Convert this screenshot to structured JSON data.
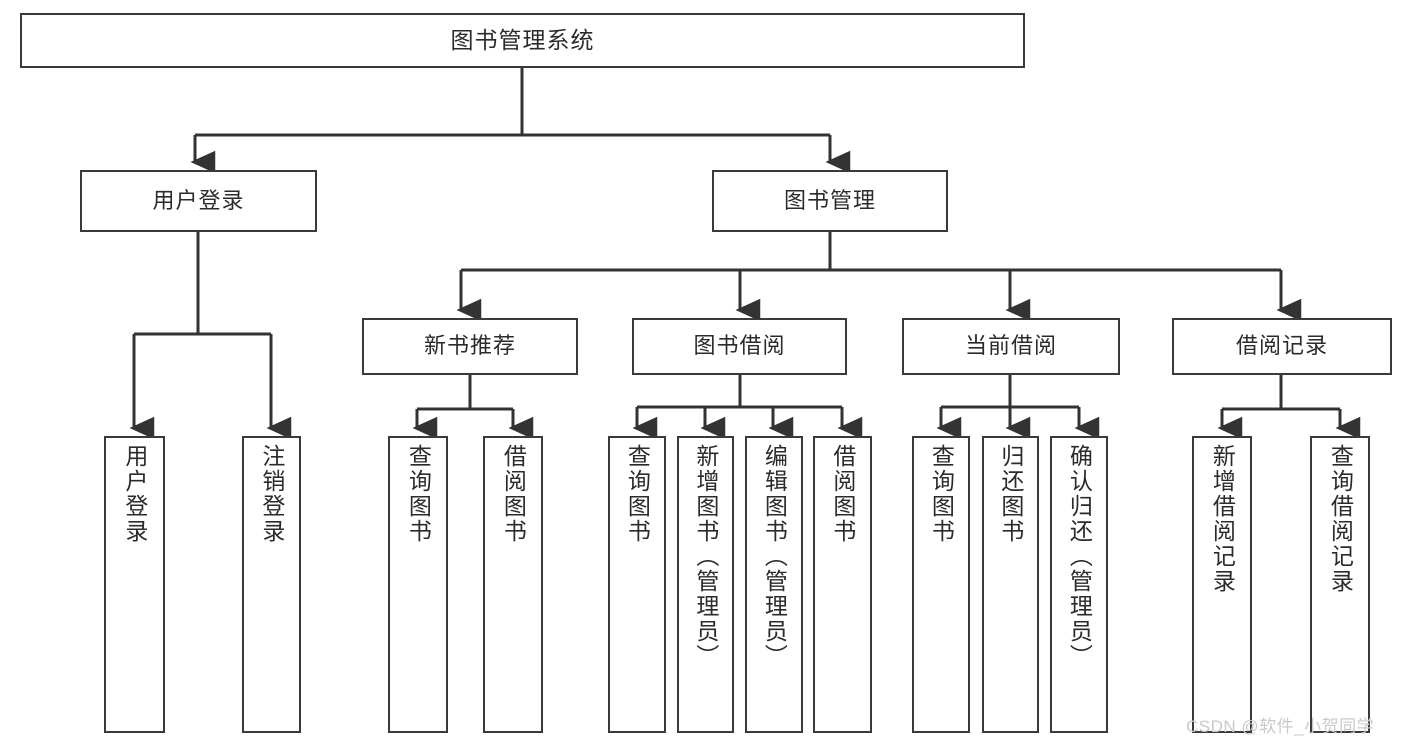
{
  "diagram": {
    "type": "tree-hierarchy",
    "title": "图书管理系统",
    "colors": {
      "box_border": "#3a3a3a",
      "box_fill": "#ffffff",
      "edge": "#333333",
      "text": "#2b2b2b",
      "watermark": "#c9c9c9",
      "background": "#ffffff"
    },
    "watermark": "CSDN @软件_小贺同学",
    "levels": [
      {
        "level": 0,
        "nodes": [
          {
            "id": "root",
            "label": "图书管理系统",
            "orientation": "horizontal"
          }
        ]
      },
      {
        "level": 1,
        "nodes": [
          {
            "id": "login",
            "label": "用户登录",
            "orientation": "horizontal",
            "parent": "root"
          },
          {
            "id": "bookmgr",
            "label": "图书管理",
            "orientation": "horizontal",
            "parent": "root"
          }
        ]
      },
      {
        "level": 2,
        "nodes": [
          {
            "id": "newbook",
            "label": "新书推荐",
            "orientation": "horizontal",
            "parent": "bookmgr"
          },
          {
            "id": "borrow",
            "label": "图书借阅",
            "orientation": "horizontal",
            "parent": "bookmgr"
          },
          {
            "id": "current",
            "label": "当前借阅",
            "orientation": "horizontal",
            "parent": "bookmgr"
          },
          {
            "id": "record",
            "label": "借阅记录",
            "orientation": "horizontal",
            "parent": "bookmgr"
          }
        ]
      },
      {
        "level": 3,
        "nodes": [
          {
            "id": "leaf1",
            "label": "用户登录",
            "orientation": "vertical",
            "parent": "login"
          },
          {
            "id": "leaf2",
            "label": "注销登录",
            "orientation": "vertical",
            "parent": "login"
          },
          {
            "id": "leaf3",
            "label": "查询图书",
            "orientation": "vertical",
            "parent": "newbook"
          },
          {
            "id": "leaf4",
            "label": "借阅图书",
            "orientation": "vertical",
            "parent": "newbook"
          },
          {
            "id": "leaf5",
            "label": "查询图书",
            "orientation": "vertical",
            "parent": "borrow"
          },
          {
            "id": "leaf6",
            "label": "新增图书（管理员）",
            "orientation": "vertical",
            "parent": "borrow"
          },
          {
            "id": "leaf7",
            "label": "编辑图书（管理员）",
            "orientation": "vertical",
            "parent": "borrow"
          },
          {
            "id": "leaf8",
            "label": "借阅图书",
            "orientation": "vertical",
            "parent": "borrow"
          },
          {
            "id": "leaf9",
            "label": "查询图书",
            "orientation": "vertical",
            "parent": "current"
          },
          {
            "id": "leaf10",
            "label": "归还图书",
            "orientation": "vertical",
            "parent": "current"
          },
          {
            "id": "leaf11",
            "label": "确认归还（管理员）",
            "orientation": "vertical",
            "parent": "current"
          },
          {
            "id": "leaf12",
            "label": "新增借阅记录",
            "orientation": "vertical",
            "parent": "record"
          },
          {
            "id": "leaf13",
            "label": "查询借阅记录",
            "orientation": "vertical",
            "parent": "record"
          }
        ]
      }
    ]
  }
}
